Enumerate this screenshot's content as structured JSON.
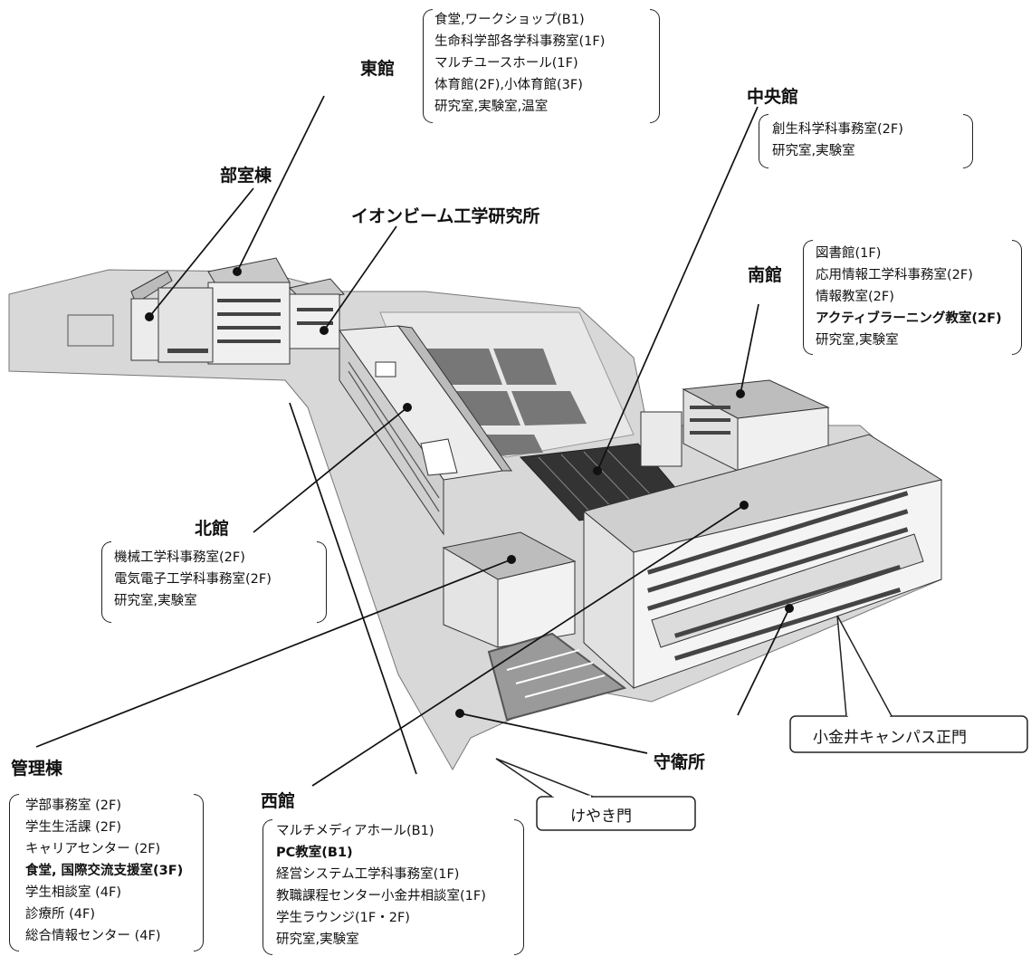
{
  "buildings": {
    "east": {
      "name": "東館",
      "rooms": [
        "食堂,ワークショップ(B1)",
        "生命科学部各学科事務室(1F)",
        "マルチユースホール(1F)",
        "体育館(2F),小体育館(3F)",
        "研究室,実験室,温室"
      ]
    },
    "central": {
      "name": "中央館",
      "rooms": [
        "創生科学科事務室(2F)",
        "研究室,実験室"
      ]
    },
    "club": {
      "name": "部室棟"
    },
    "ionbeam": {
      "name": "イオンビーム工学研究所"
    },
    "south": {
      "name": "南館",
      "rooms": [
        "図書館(1F)",
        "応用情報工学科事務室(2F)",
        "情報教室(2F)",
        "アクティブラーニング教室(2F)",
        "研究室,実験室"
      ]
    },
    "north": {
      "name": "北館",
      "rooms": [
        "機械工学科事務室(2F)",
        "電気電子工学科事務室(2F)",
        "研究室,実験室"
      ]
    },
    "admin": {
      "name": "管理棟",
      "rooms": [
        "学部事務室 (2F)",
        "学生生活課 (2F)",
        "キャリアセンター (2F)",
        "食堂, 国際交流支援室(3F)",
        "学生相談室 (4F)",
        "診療所 (4F)",
        "総合情報センター (4F)"
      ]
    },
    "west": {
      "name": "西館",
      "rooms": [
        "マルチメディアホール(B1)",
        "PC教室(B1)",
        "経営システム工学科事務室(1F)",
        "教職課程センター小金井相談室(1F)",
        "学生ラウンジ(1F・2F)",
        "研究室,実験室"
      ]
    },
    "guard": {
      "name": "守衛所"
    }
  },
  "gates": {
    "main": "小金井キャンパス正門",
    "keyaki": "けやき門"
  }
}
